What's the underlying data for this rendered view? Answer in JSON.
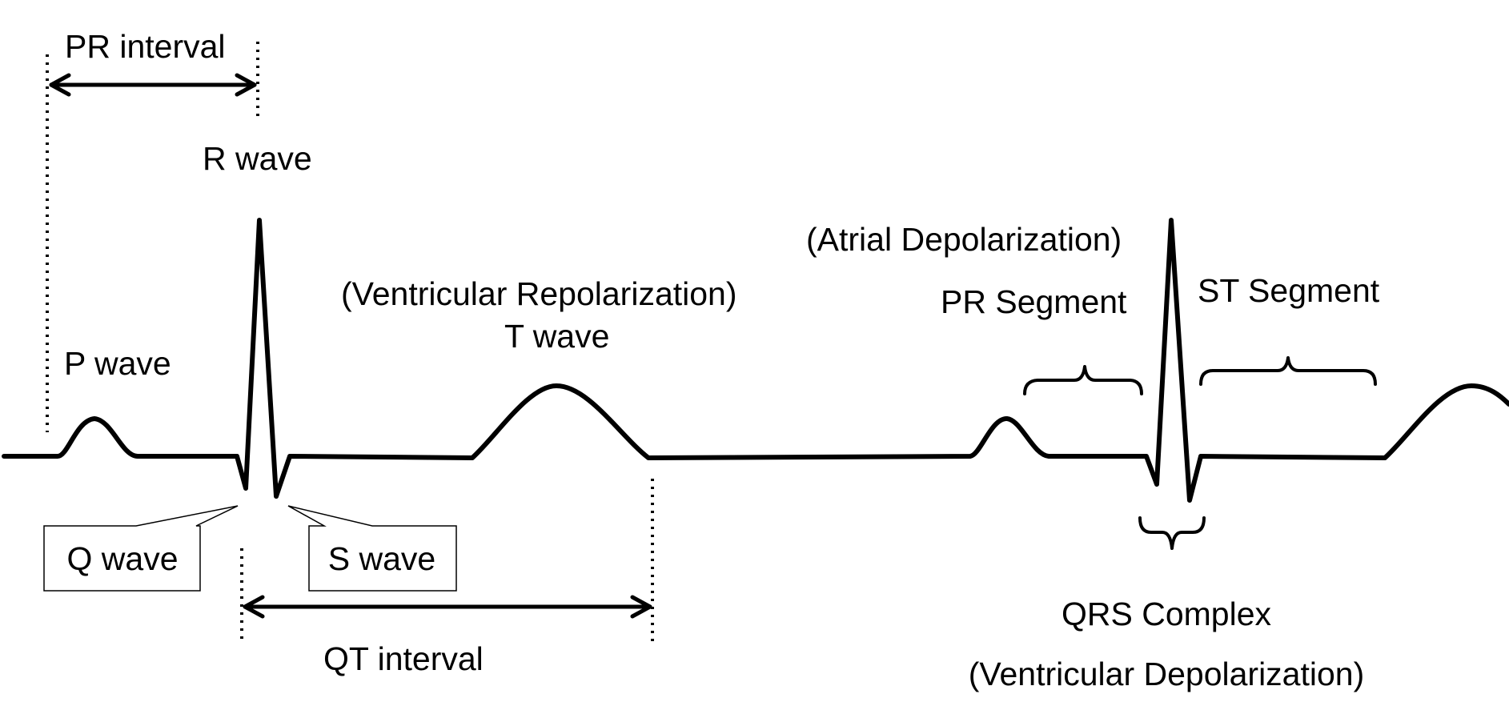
{
  "labels": {
    "pr_interval": "PR interval",
    "r_wave": "R wave",
    "p_wave": "P wave",
    "ventricular_repolarization": "(Ventricular Repolarization)",
    "t_wave": "T wave",
    "atrial_depolarization": "(Atrial Depolarization)",
    "pr_segment": "PR Segment",
    "st_segment": "ST Segment",
    "q_wave": "Q wave",
    "s_wave": "S wave",
    "qt_interval": "QT interval",
    "qrs_complex": "QRS Complex",
    "ventricular_depolarization": "(Ventricular Depolarization)"
  }
}
